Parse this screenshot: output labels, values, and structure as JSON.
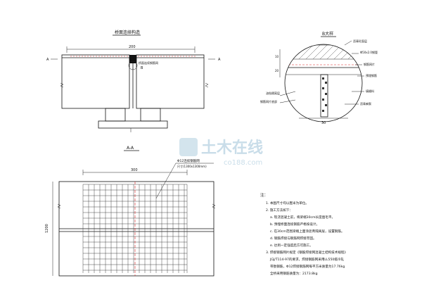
{
  "top_left": {
    "title": "桥面连续构造",
    "dim_width": "200",
    "mark_a_left": "A",
    "mark_a_right": "A",
    "label_b": "B",
    "note_right": "桥面连续钢筋网"
  },
  "detail_b": {
    "title": "B大样",
    "labels": [
      "沥青砼面层",
      "Φ50x2.0钢管",
      "钢筋网片",
      "预埋钢筋",
      "填缝料",
      "沥青麻絮",
      "油毡隔离层",
      "钢筋网片底部"
    ],
    "dim_bottom": "30",
    "dim_left_a": "10",
    "dim_left_b": "20"
  },
  "section_aa": {
    "title": "A-A",
    "dim_width": "300",
    "dim_height": "1200",
    "callout_title": "Φ12连续钢筋网",
    "callout_sub": "尺寸(1300x1300mm)"
  },
  "notes": {
    "heading": "注：",
    "lines": [
      "1. 本图尺寸均以厘米为单位。",
      "2. 施工方法如下：",
      "a. 现浇混凝土前，将梁端30cm长度凿毛平。",
      "b. 预埋桥面连续钢筋严格按设计。",
      "c. 在30cm范围梁端上面涂沥青隔离层，设置钢筋。",
      "d. 钢筋焊接与钢筋网焊接牢固。",
      "e. 达到一定强度后方可施工。",
      "3. 焊接钢筋网片规定《钢筋焊接网混凝土结构技术规程》",
      "JGJ/T114-97的要求，焊接钢筋网采用LL550级冷轧",
      "带肋钢筋，Φ12焊接钢筋网每平方米质量为17.76kg",
      "全桥采用钢筋质量为：2173.8kg"
    ]
  },
  "watermark": {
    "brand": "土木在线",
    "url": "co188.com"
  }
}
